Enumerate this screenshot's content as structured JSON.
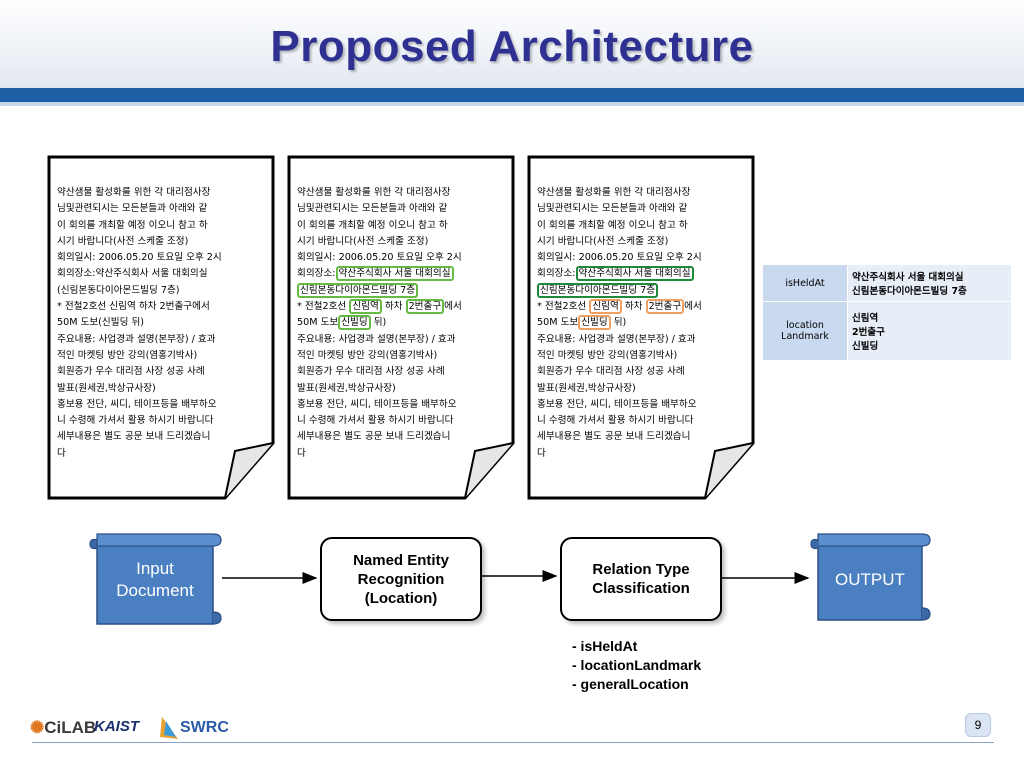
{
  "slide": {
    "title": "Proposed Architecture",
    "page_number": "9"
  },
  "documents": [
    {
      "lines": [
        [
          {
            "t": "약산샘물 활성화를 위한 각 대리점사장"
          }
        ],
        [
          {
            "t": "님및관련되시는 모든분들과 아래와 같"
          }
        ],
        [
          {
            "t": "이 회의를 개최할 예정 이오니 참고 하"
          }
        ],
        [
          {
            "t": "시기 바랍니다(사전 스케줄 조정)"
          }
        ],
        [
          {
            "t": "회의일시: 2006.05.20 토요일 오후 2시"
          }
        ],
        [
          {
            "t": "회의장소:약산주식회사  서울 대회의실"
          }
        ],
        [
          {
            "t": "(신림본동다이아몬드빌딩 7층)"
          }
        ],
        [
          {
            "t": "* 전철2호선 신림역 하차 2번출구에서"
          }
        ],
        [
          {
            "t": "50M 도보(신빌딩 뒤)"
          }
        ],
        [
          {
            "t": "주요내용: 사업경과 설명(본부장) / 효과"
          }
        ],
        [
          {
            "t": "적인 마켓팅 방안 강의(염홍기박사)"
          }
        ],
        [
          {
            "t": "회원증가 우수 대리점 사장 성공 사례"
          }
        ],
        [
          {
            "t": "발표(원세권,박상규사장)"
          }
        ],
        [
          {
            "t": "홍보용 전단, 씨디, 테이프등을 배부하오"
          }
        ],
        [
          {
            "t": "니 수령해 가셔서 활용 하시기 바랍니다"
          }
        ],
        [
          {
            "t": "세부내용은 별도 공문 보내 드리겠습니"
          }
        ],
        [
          {
            "t": "다"
          }
        ]
      ]
    },
    {
      "lines": [
        [
          {
            "t": "약산샘물 활성화를 위한 각 대리점사장"
          }
        ],
        [
          {
            "t": "님및관련되시는 모든분들과 아래와 같"
          }
        ],
        [
          {
            "t": "이 회의를 개최할 예정 이오니 참고 하"
          }
        ],
        [
          {
            "t": "시기 바랍니다(사전 스케줄 조정)"
          }
        ],
        [
          {
            "t": "회의일시: 2006.05.20 토요일 오후 2시"
          }
        ],
        [
          {
            "t": "회의장소:"
          },
          {
            "t": "약산주식회사  서울 대회의실",
            "h": "g"
          }
        ],
        [
          {
            "t": "신림본동다이아몬드빌딩 7층",
            "h": "g"
          }
        ],
        [
          {
            "t": "* 전철2호선 "
          },
          {
            "t": "신림역",
            "h": "g"
          },
          {
            "t": " 하차 "
          },
          {
            "t": "2번출구",
            "h": "g"
          },
          {
            "t": "에서"
          }
        ],
        [
          {
            "t": "50M 도보"
          },
          {
            "t": "신빌딩",
            "h": "g"
          },
          {
            "t": " 뒤)"
          }
        ],
        [
          {
            "t": "주요내용: 사업경과 설명(본부장) / 효과"
          }
        ],
        [
          {
            "t": "적인 마켓팅 방안 강의(염홍기박사)"
          }
        ],
        [
          {
            "t": "회원증가 우수 대리점 사장 성공 사례"
          }
        ],
        [
          {
            "t": "발표(원세권,박상규사장)"
          }
        ],
        [
          {
            "t": "홍보용 전단, 씨디, 테이프등을 배부하오"
          }
        ],
        [
          {
            "t": "니 수령해 가셔서 활용 하시기 바랍니다"
          }
        ],
        [
          {
            "t": "세부내용은 별도 공문 보내 드리겠습니"
          }
        ],
        [
          {
            "t": "다"
          }
        ]
      ]
    },
    {
      "lines": [
        [
          {
            "t": "약산샘물 활성화를 위한 각 대리점사장"
          }
        ],
        [
          {
            "t": "님및관련되시는 모든분들과 아래와 같"
          }
        ],
        [
          {
            "t": "이 회의를 개최할 예정 이오니 참고 하"
          }
        ],
        [
          {
            "t": "시기 바랍니다(사전 스케줄 조정)"
          }
        ],
        [
          {
            "t": "회의일시: 2006.05.20 토요일 오후 2시"
          }
        ],
        [
          {
            "t": "회의장소:"
          },
          {
            "t": "약산주식회사  서울 대회의실",
            "h": "dg"
          }
        ],
        [
          {
            "t": "신림본동다이아몬드빌딩 7층",
            "h": "dg"
          }
        ],
        [
          {
            "t": "* 전철2호선 "
          },
          {
            "t": "신림역",
            "h": "o"
          },
          {
            "t": " 하차 "
          },
          {
            "t": "2번출구",
            "h": "o"
          },
          {
            "t": "에서"
          }
        ],
        [
          {
            "t": "50M 도보"
          },
          {
            "t": "신빌딩",
            "h": "o"
          },
          {
            "t": " 뒤)"
          }
        ],
        [
          {
            "t": "주요내용: 사업경과 설명(본부장) / 효과"
          }
        ],
        [
          {
            "t": "적인 마켓팅 방안 강의(염홍기박사)"
          }
        ],
        [
          {
            "t": "회원증가 우수 대리점 사장 성공 사례"
          }
        ],
        [
          {
            "t": "발표(원세권,박상규사장)"
          }
        ],
        [
          {
            "t": "홍보용 전단, 씨디, 테이프등을 배부하오"
          }
        ],
        [
          {
            "t": "니 수령해 가셔서 활용 하시기 바랍니다"
          }
        ],
        [
          {
            "t": "세부내용은 별도 공문 보내 드리겠습니"
          }
        ],
        [
          {
            "t": "다"
          }
        ]
      ]
    }
  ],
  "relation_table": {
    "rows": [
      {
        "key": "isHeldAt",
        "value": [
          "약산주식회사 서울 대회의실",
          "신림본동다이아몬드빌딩 7층"
        ]
      },
      {
        "key": "location\nLandmark",
        "value": [
          "신림역",
          "2번출구",
          "신빌딩"
        ]
      }
    ]
  },
  "flow": {
    "input_label": "Input\nDocument",
    "ner_label": "Named Entity\nRecognition\n(Location)",
    "rel_label": "Relation Type\nClassification",
    "output_label": "OUTPUT"
  },
  "relation_types": [
    "- isHeldAt",
    "- locationLandmark",
    "- generalLocation"
  ],
  "logos": {
    "cilab": "CiLAB",
    "kaist": "KAIST",
    "swrc": "SWRC"
  },
  "colors": {
    "title": "#2e3192",
    "scroll_fill": "#4a7fc1",
    "highlight_light_green": "#66bb44",
    "highlight_dark_green": "#1e8a3c",
    "highlight_orange": "#f0a060",
    "table_key_bg": "#c9d9f0",
    "table_val_bg": "#e8eef8"
  }
}
